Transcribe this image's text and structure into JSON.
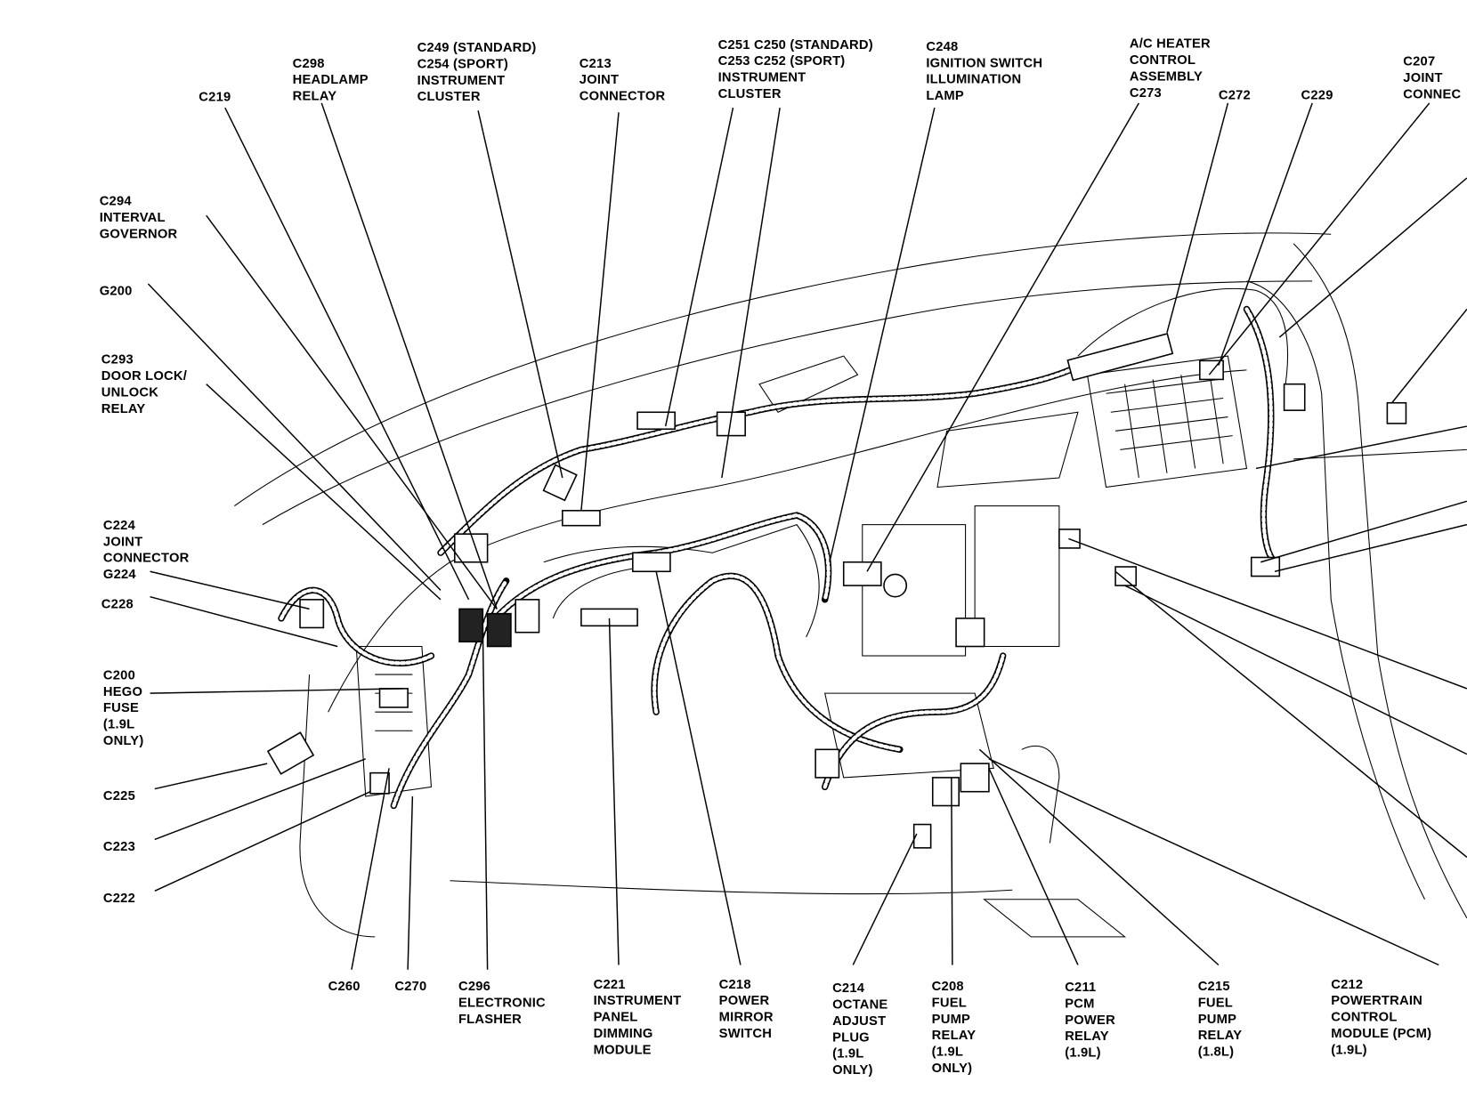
{
  "diagram": {
    "top_labels": [
      {
        "id": "c219",
        "lines": [
          "C219"
        ]
      },
      {
        "id": "c298",
        "lines": [
          "C298",
          "HEADLAMP",
          "RELAY"
        ]
      },
      {
        "id": "c249",
        "lines": [
          "C249 (STANDARD)",
          "C254 (SPORT)",
          "INSTRUMENT",
          "CLUSTER"
        ]
      },
      {
        "id": "c213",
        "lines": [
          "C213",
          "JOINT",
          "CONNECTOR"
        ]
      },
      {
        "id": "c251",
        "lines": [
          "C251 C250 (STANDARD)",
          "C253 C252 (SPORT)",
          "INSTRUMENT",
          "CLUSTER"
        ]
      },
      {
        "id": "c248",
        "lines": [
          "C248",
          "IGNITION SWITCH",
          "ILLUMINATION",
          "LAMP"
        ]
      },
      {
        "id": "c273",
        "lines": [
          "A/C HEATER",
          "CONTROL",
          "ASSEMBLY",
          "C273"
        ]
      },
      {
        "id": "c272",
        "lines": [
          "C272"
        ]
      },
      {
        "id": "c229",
        "lines": [
          "C229"
        ]
      },
      {
        "id": "c207",
        "lines": [
          "C207",
          "JOINT",
          "CONNEC"
        ]
      }
    ],
    "left_labels": [
      {
        "id": "c294",
        "lines": [
          "C294",
          "INTERVAL",
          "GOVERNOR"
        ]
      },
      {
        "id": "g200",
        "lines": [
          "G200"
        ]
      },
      {
        "id": "c293",
        "lines": [
          "C293",
          "DOOR LOCK/",
          "UNLOCK",
          "RELAY"
        ]
      },
      {
        "id": "c224",
        "lines": [
          "C224",
          "JOINT",
          "CONNECTOR",
          "G224"
        ]
      },
      {
        "id": "c228",
        "lines": [
          "C228"
        ]
      },
      {
        "id": "c200",
        "lines": [
          "C200",
          "HEGO",
          "FUSE",
          "(1.9L",
          "ONLY)"
        ]
      },
      {
        "id": "c225",
        "lines": [
          "C225"
        ]
      },
      {
        "id": "c223",
        "lines": [
          "C223"
        ]
      },
      {
        "id": "c222",
        "lines": [
          "C222"
        ]
      }
    ],
    "bottom_labels": [
      {
        "id": "c260",
        "lines": [
          "C260"
        ]
      },
      {
        "id": "c270",
        "lines": [
          "C270"
        ]
      },
      {
        "id": "c296",
        "lines": [
          "C296",
          "ELECTRONIC",
          "FLASHER"
        ]
      },
      {
        "id": "c221",
        "lines": [
          "C221",
          "INSTRUMENT",
          "PANEL",
          "DIMMING",
          "MODULE"
        ]
      },
      {
        "id": "c218",
        "lines": [
          "C218",
          "POWER",
          "MIRROR",
          "SWITCH"
        ]
      },
      {
        "id": "c214",
        "lines": [
          "C214",
          "OCTANE",
          "ADJUST",
          "PLUG",
          "(1.9L",
          "ONLY)"
        ]
      },
      {
        "id": "c208",
        "lines": [
          "C208",
          "FUEL",
          "PUMP",
          "RELAY",
          "(1.9L",
          "ONLY)"
        ]
      },
      {
        "id": "c211",
        "lines": [
          "C211",
          "PCM",
          "POWER",
          "RELAY",
          "(1.9L)"
        ]
      },
      {
        "id": "c215",
        "lines": [
          "C215",
          "FUEL",
          "PUMP",
          "RELAY",
          "(1.8L)"
        ]
      },
      {
        "id": "c212",
        "lines": [
          "C212",
          "POWERTRAIN",
          "CONTROL",
          "MODULE (PCM)",
          "(1.9L)"
        ]
      }
    ]
  }
}
